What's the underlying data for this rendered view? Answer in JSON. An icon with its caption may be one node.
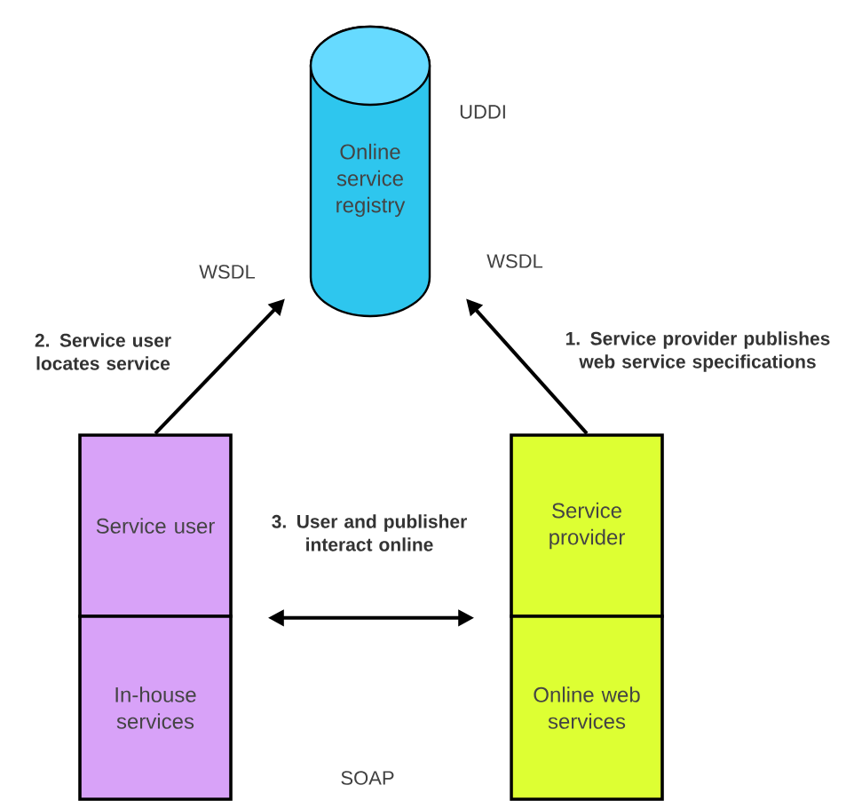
{
  "diagram": {
    "nodes": [
      {
        "text": [
          "Online service registry"
        ]
      },
      {
        "text": [
          "Service user"
        ]
      },
      {
        "text": [
          "In-house services"
        ]
      },
      {
        "text": [
          "Service provider"
        ]
      },
      {
        "text": [
          "Online web services"
        ]
      }
    ],
    "edges": [
      {
        "from": 3,
        "to": 0,
        "arrow": "to",
        "label": "1. Service provider publishes web service specifications"
      },
      {
        "from": 1,
        "to": 0,
        "arrow": "to",
        "label": "2. Service user locates service"
      },
      {
        "from": 1,
        "to": 3,
        "arrow": "both",
        "label": "3. User and publisher interact online"
      }
    ],
    "labels": [
      "UDDI",
      "WSDL",
      "WSDL",
      "SOAP"
    ]
  }
}
